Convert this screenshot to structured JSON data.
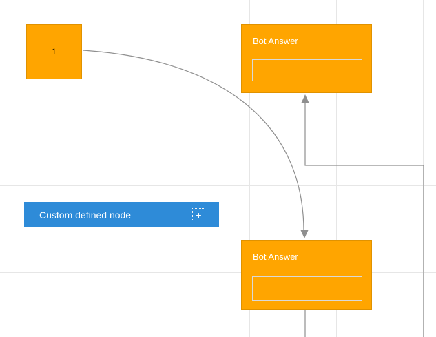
{
  "diagram": {
    "square_node": {
      "label": "1"
    },
    "bot_answer_top": {
      "title": "Bot Answer"
    },
    "bot_answer_bottom": {
      "title": "Bot Answer"
    },
    "custom_node": {
      "label": "Custom defined node",
      "add_handle": "+"
    }
  },
  "colors": {
    "node_orange": "#FFA500",
    "node_blue": "#2E8BD8",
    "connector_gray": "#8f8f8f",
    "grid_line": "#e6e6e6"
  }
}
